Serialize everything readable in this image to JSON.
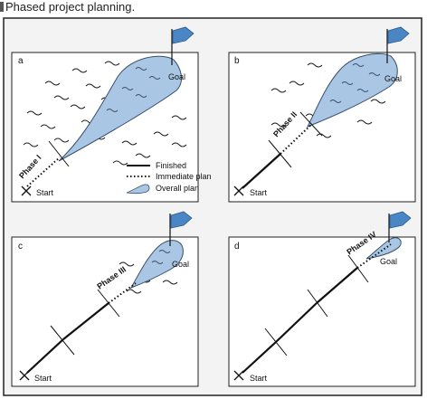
{
  "caption": "Phased project planning.",
  "colors": {
    "plan_fill": "#a9c6e4",
    "plan_stroke": "#3a4f6a",
    "flag": "#4b86c4",
    "line": "#111111",
    "frame_bg": "#f3f3f3"
  },
  "icons": {
    "start": "x-mark-icon",
    "goal": "flag-icon",
    "worry": "wavy-line-icon"
  },
  "panels": [
    {
      "letter": "a",
      "phase": "Phase I",
      "start": "Start",
      "goal": "Goal"
    },
    {
      "letter": "b",
      "phase": "Phase II",
      "start": "Start",
      "goal": "Goal"
    },
    {
      "letter": "c",
      "phase": "Phase III",
      "start": "Start",
      "goal": "Goal"
    },
    {
      "letter": "d",
      "phase": "Phase IV",
      "start": "Start",
      "goal": "Goal"
    }
  ],
  "legend": {
    "finished": "Finished",
    "immediate": "Immediate plan",
    "overall": "Overall plan"
  }
}
